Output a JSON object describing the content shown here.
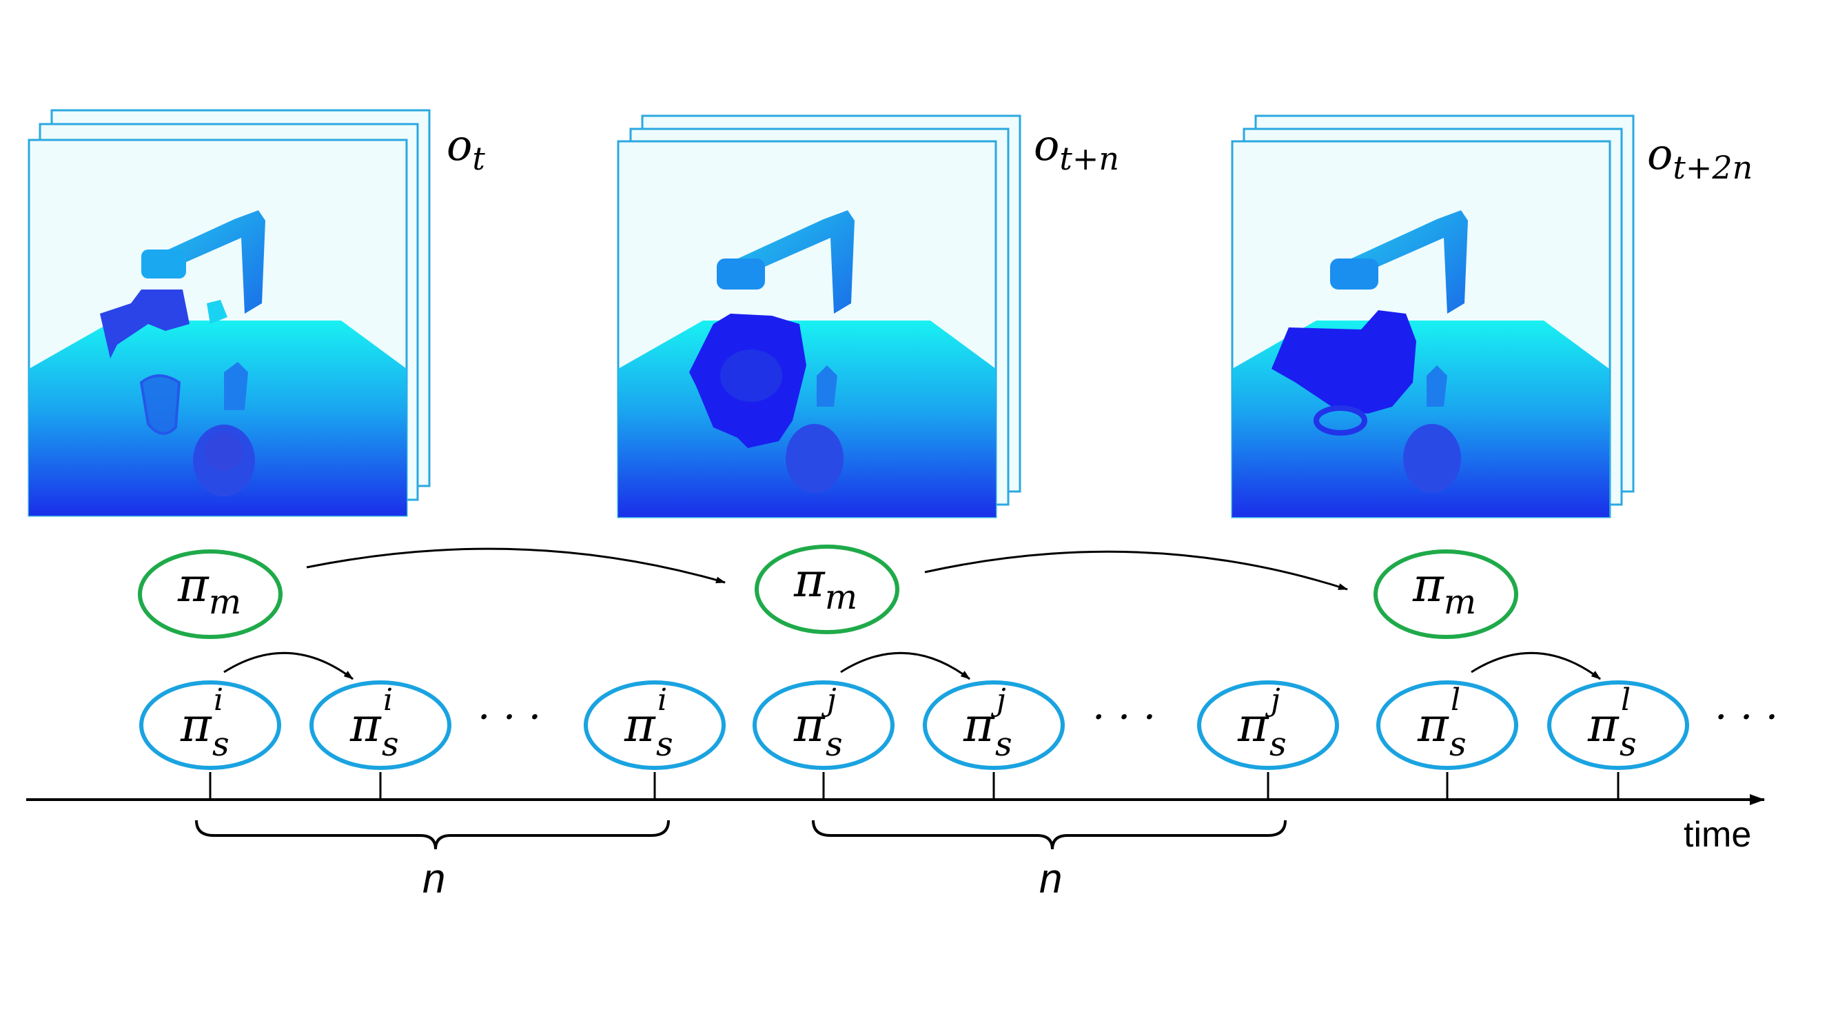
{
  "observations": [
    {
      "label": "o",
      "sub": "t"
    },
    {
      "label": "o",
      "sub": "t+n"
    },
    {
      "label": "o",
      "sub": "t+2n"
    }
  ],
  "master_policy": {
    "symbol": "π",
    "sub": "m"
  },
  "sub_policy_groups": [
    {
      "symbol": "π",
      "sub": "s",
      "sup": "i"
    },
    {
      "symbol": "π",
      "sub": "s",
      "sup": "j"
    },
    {
      "symbol": "π",
      "sub": "s",
      "sup": "l"
    }
  ],
  "ellipsis": "· · ·",
  "brace_label": "n",
  "axis_label": "time",
  "colors": {
    "master": "#1faa4a",
    "sub": "#1aa3e0",
    "frame_edge": "#2ba8e0",
    "sky": "#eefcfe",
    "table_top": "#19f0f2",
    "table_bottom": "#1a2fea"
  }
}
